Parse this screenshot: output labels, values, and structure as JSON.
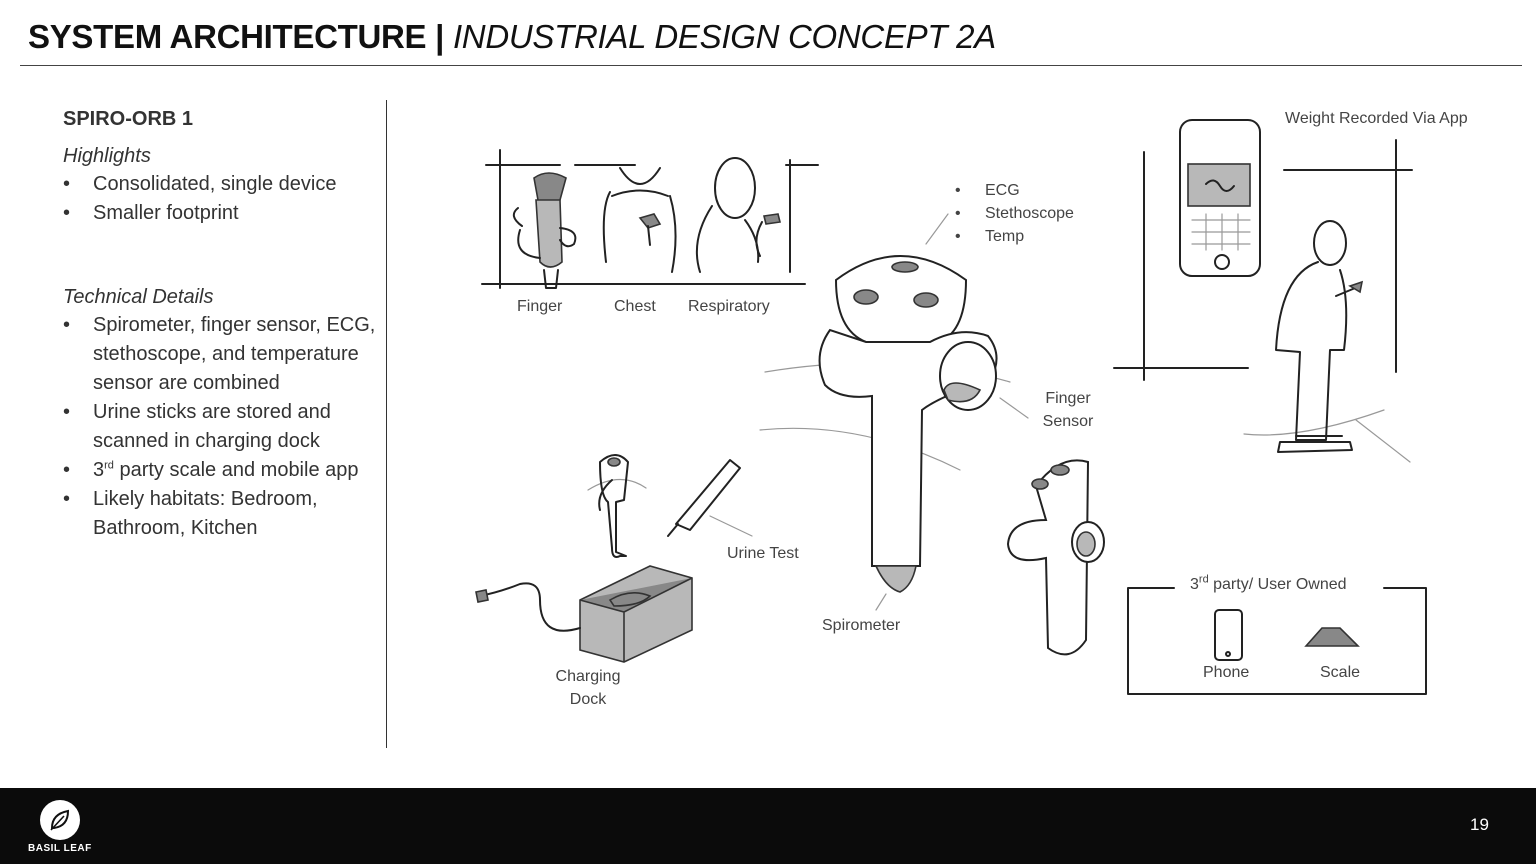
{
  "title": {
    "bold": "SYSTEM ARCHITECTURE |",
    "italic": "INDUSTRIAL DESIGN CONCEPT 2A"
  },
  "left": {
    "heading": "SPIRO-ORB 1",
    "highlights_label": "Highlights",
    "highlights": [
      "Consolidated, single device",
      "Smaller footprint"
    ],
    "technical_label": "Technical Details",
    "technical": [
      "Spirometer, finger sensor, ECG, stethoscope, and temperature sensor are combined",
      "Urine sticks are stored and scanned in charging dock"
    ],
    "scale_item": {
      "prefix": "3",
      "sup": "rd",
      "suffix": " party scale and mobile app"
    },
    "habitats": "Likely habitats: Bedroom, Bathroom, Kitchen"
  },
  "usage": {
    "finger": "Finger",
    "chest": "Chest",
    "respiratory": "Respiratory"
  },
  "sensors": [
    "ECG",
    "Stethoscope",
    "Temp"
  ],
  "labels": {
    "finger_sensor_1": "Finger",
    "finger_sensor_2": "Sensor",
    "urine_test": "Urine Test",
    "spirometer": "Spirometer",
    "charging_1": "Charging",
    "charging_2": "Dock",
    "weight": "Weight Recorded Via App"
  },
  "third_party": {
    "prefix": "3",
    "sup": "rd",
    "suffix": " party/ User Owned",
    "phone": "Phone",
    "scale": "Scale"
  },
  "brand": "BASIL LEAF",
  "page_number": "19"
}
